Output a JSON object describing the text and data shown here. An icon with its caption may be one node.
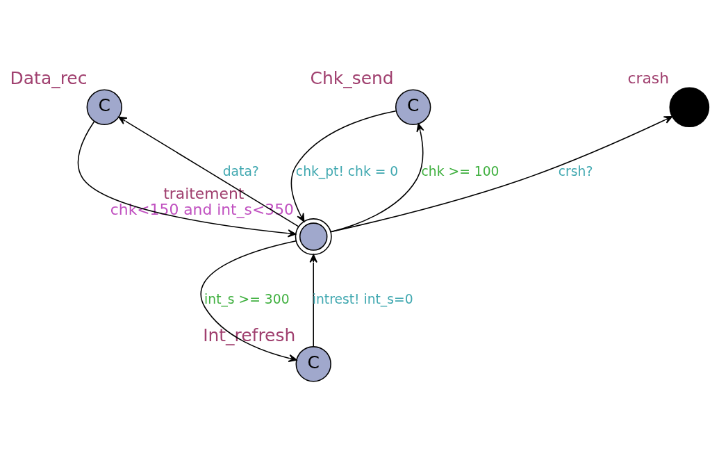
{
  "diagram": {
    "nodes": [
      {
        "text": [
          "Data_rec",
          "C"
        ]
      },
      {
        "text": [
          "Chk_send",
          "C"
        ]
      },
      {
        "text": [
          "crash"
        ]
      },
      {
        "text": [
          "traitement"
        ],
        "beside": [
          "chk<150 and int_s<350"
        ]
      },
      {
        "text": [
          "Int_refresh",
          "C"
        ]
      }
    ],
    "edges": [
      {
        "from": 0,
        "to": 3,
        "arrow": "to"
      },
      {
        "from": 3,
        "to": 0,
        "arrow": "to",
        "label": "data?"
      },
      {
        "from": 1,
        "to": 3,
        "arrow": "to",
        "label": "chk_pt! chk = 0"
      },
      {
        "from": 3,
        "to": 1,
        "arrow": "to",
        "label": "chk >= 100"
      },
      {
        "from": 3,
        "to": 2,
        "arrow": "to",
        "label": "crsh?"
      },
      {
        "from": 3,
        "to": 4,
        "arrow": "to",
        "label": "int_s >= 300"
      },
      {
        "from": 4,
        "to": 3,
        "arrow": "to",
        "label": "intrest! int_s=0"
      }
    ]
  }
}
